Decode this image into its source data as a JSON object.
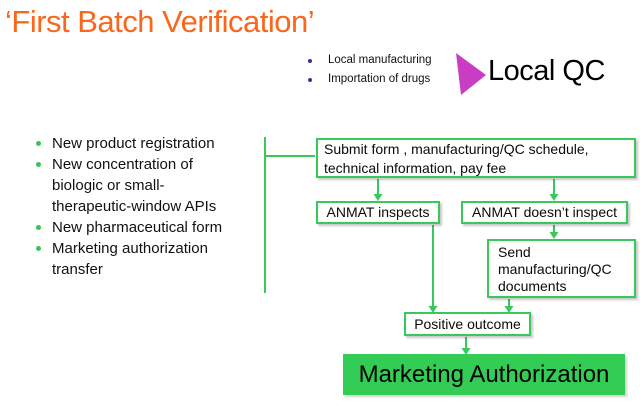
{
  "slide": {
    "title": "‘First Batch Verification’"
  },
  "top_right": {
    "bullets": [
      "Local manufacturing",
      "Importation of drugs"
    ],
    "label": "Local QC",
    "bullet_color": "#33339B",
    "arrow_icon": "magenta-right-triangle",
    "arrow_color": "#C93DC5"
  },
  "left_panel": {
    "bullets": [
      "New product registration",
      "New concentration of biologic or small-therapeutic-window APIs",
      "New pharmaceutical form",
      "Marketing authorization transfer"
    ],
    "bullet_color": "#3BC455"
  },
  "flowchart": {
    "submit": "Submit form , manufacturing/QC schedule, technical information, pay fee",
    "inspects": "ANMAT inspects",
    "doesnt_inspect": "ANMAT doesn’t inspect",
    "send_docs": "Send manufacturing/QC documents",
    "positive": "Positive outcome",
    "marketing": "Marketing Authorization",
    "line_color": "#38C95B",
    "marketing_fill": "#33CC55"
  },
  "colors": {
    "title_orange": "#F9671C"
  }
}
